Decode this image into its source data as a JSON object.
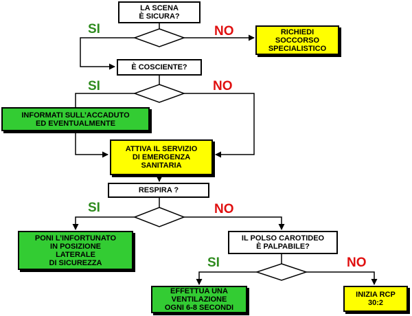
{
  "colors": {
    "yes": "#2e8b1e",
    "no": "#e01010",
    "action": "#ffff00",
    "outcome": "#33cc33",
    "question": "#ffffff"
  },
  "nodes": {
    "scene_safe": "LA SCENA\nÈ SICURA?",
    "specialist_help": "RICHIEDI\nSOCCORSO\nSPECIALISTICO",
    "conscious": "È COSCIENTE?",
    "inform": "INFORMATI SULL’ACCADUTO\nED EVENTUALMENTE",
    "activate": "ATTIVA IL SERVIZIO\nDI EMERGENZA\nSANITARIA",
    "breathes": "RESPIRA ?",
    "recovery": "PONI L’INFORTUNATO\nIN POSIZIONE\nLATERALE\nDI SICUREZZA",
    "pulse": "IL POLSO CAROTIDEO\nÈ PALPABILE?",
    "ventilation": "EFFETTUA UNA\nVENTILAZIONE\nOGNI 6-8 SECONDI",
    "cpr": "INIZIA RCP\n30:2"
  },
  "labels": {
    "yes": "SI",
    "no": "NO"
  }
}
